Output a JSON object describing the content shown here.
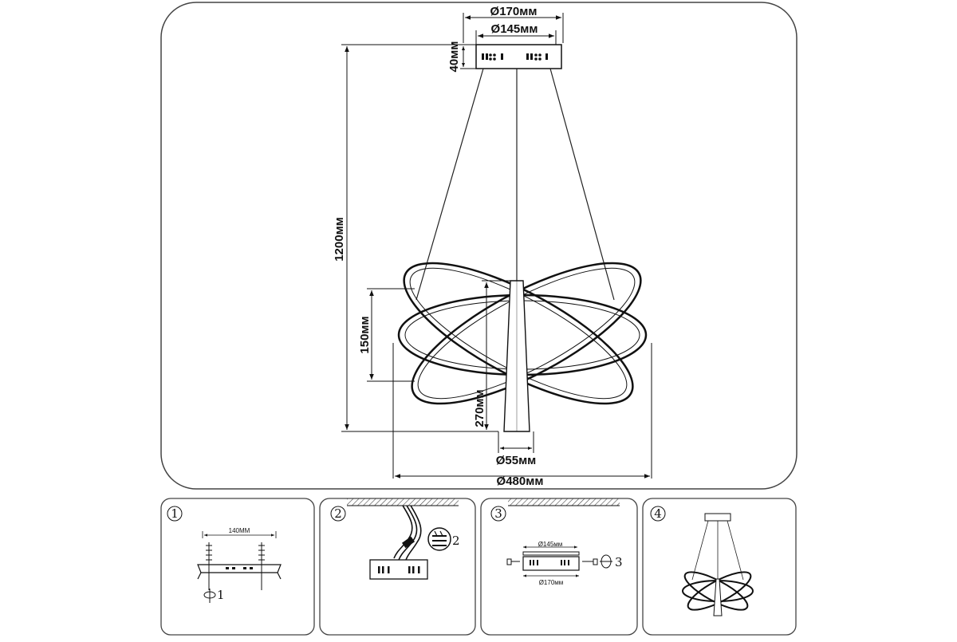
{
  "main_diagram": {
    "dims": {
      "canopy_outer": "Ø170мм",
      "canopy_inner": "Ø145мм",
      "canopy_height": "40мм",
      "total_height": "1200мм",
      "ring_height": "150мм",
      "cone_height": "270мм",
      "cone_diameter": "Ø55мм",
      "ring_diameter": "Ø480мм"
    }
  },
  "steps": [
    {
      "number": "1",
      "dim_label": "140MM",
      "callout": "1"
    },
    {
      "number": "2",
      "callout": "2"
    },
    {
      "number": "3",
      "dim_top": "Ø145мм",
      "dim_bottom": "Ø170мм",
      "callout": "3"
    },
    {
      "number": "4"
    }
  ]
}
